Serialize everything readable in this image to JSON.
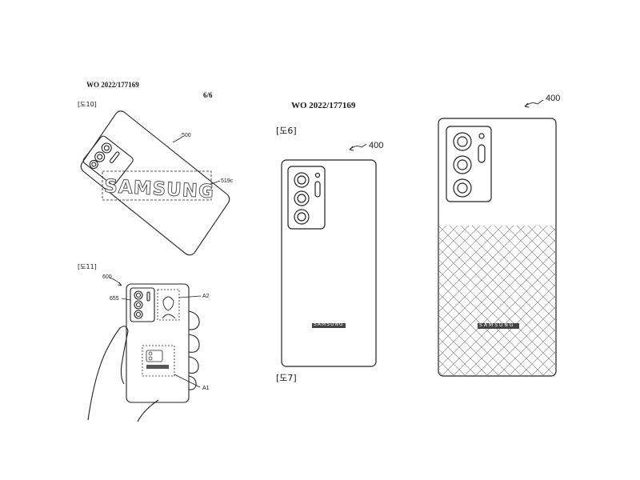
{
  "left_sheet": {
    "publication_number": "WO 2022/177169",
    "sheet_number": "6/6",
    "fig10": {
      "label": "[도10]",
      "ref_device": "500",
      "ref_logo_region": "519c",
      "logo_text": "SAMSUNG"
    },
    "fig11": {
      "label": "[도11]",
      "ref_device": "600",
      "ref_camera": "655",
      "ref_a2": "A2",
      "ref_a1": "A1"
    }
  },
  "center_sheet": {
    "publication_number": "WO 2022/177169",
    "fig6_label": "[도6]",
    "fig7_label": "[도7]",
    "ref_device": "400",
    "logo_text": "SAMSUNG"
  },
  "right_drawing": {
    "ref_device": "400",
    "logo_text": "SAMSUNG"
  }
}
